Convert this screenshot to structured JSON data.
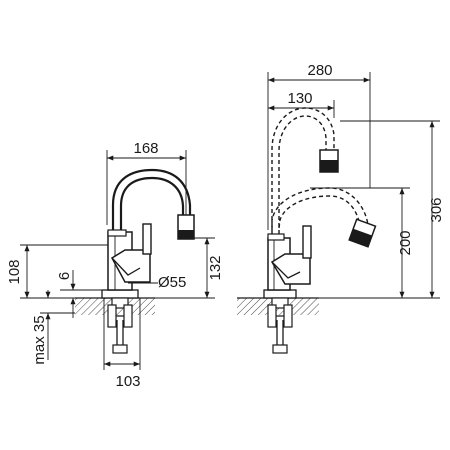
{
  "drawing": {
    "left_view": {
      "width_top": "168",
      "height_spout": "132",
      "height_body": "108",
      "base_height": "6",
      "diameter": "Ø55",
      "below_counter": "max 35",
      "base_width": "103"
    },
    "right_view": {
      "width_max": "280",
      "width_min": "130",
      "height_min": "200",
      "height_max": "306"
    }
  }
}
